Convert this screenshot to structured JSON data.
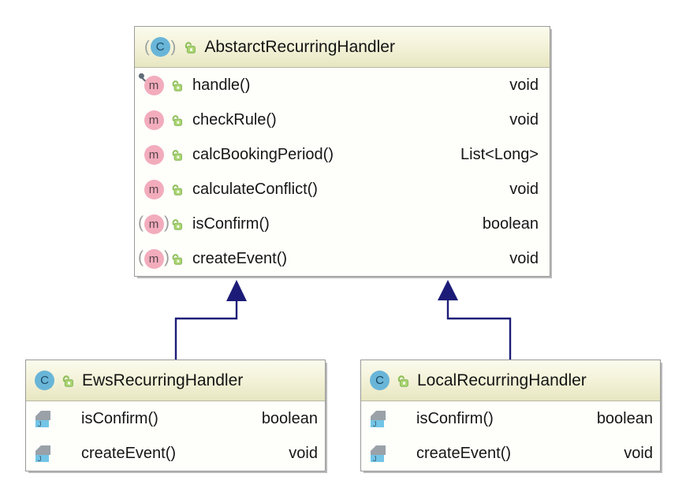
{
  "classes": {
    "parent": {
      "name": "AbstarctRecurringHandler",
      "methods": [
        {
          "name": "handle()",
          "type": "void"
        },
        {
          "name": "checkRule()",
          "type": "void"
        },
        {
          "name": "calcBookingPeriod()",
          "type": "List<Long>"
        },
        {
          "name": "calculateConflict()",
          "type": "void"
        },
        {
          "name": "isConfirm()",
          "type": "boolean"
        },
        {
          "name": "createEvent()",
          "type": "void"
        }
      ]
    },
    "ews": {
      "name": "EwsRecurringHandler",
      "methods": [
        {
          "name": "isConfirm()",
          "type": "boolean"
        },
        {
          "name": "createEvent()",
          "type": "void"
        }
      ]
    },
    "local": {
      "name": "LocalRecurringHandler",
      "methods": [
        {
          "name": "isConfirm()",
          "type": "boolean"
        },
        {
          "name": "createEvent()",
          "type": "void"
        }
      ]
    }
  },
  "relationships": [
    {
      "from": "EwsRecurringHandler",
      "to": "AbstarctRecurringHandler",
      "type": "inheritance"
    },
    {
      "from": "LocalRecurringHandler",
      "to": "AbstarctRecurringHandler",
      "type": "inheritance"
    }
  ],
  "icons": {
    "class_letter": "C",
    "method_letter": "m",
    "java_letter": "J",
    "paren_open": "(",
    "paren_close": ")"
  },
  "colors": {
    "header_bg": "#efeecd",
    "box_border": "#9a9a9a",
    "arrow_navy": "#1c1c78",
    "class_icon_blue": "#69b5d8",
    "method_icon_pink": "#f2acbc",
    "lock_green": "#a9d56f",
    "java_band_blue": "#72c5e7"
  }
}
